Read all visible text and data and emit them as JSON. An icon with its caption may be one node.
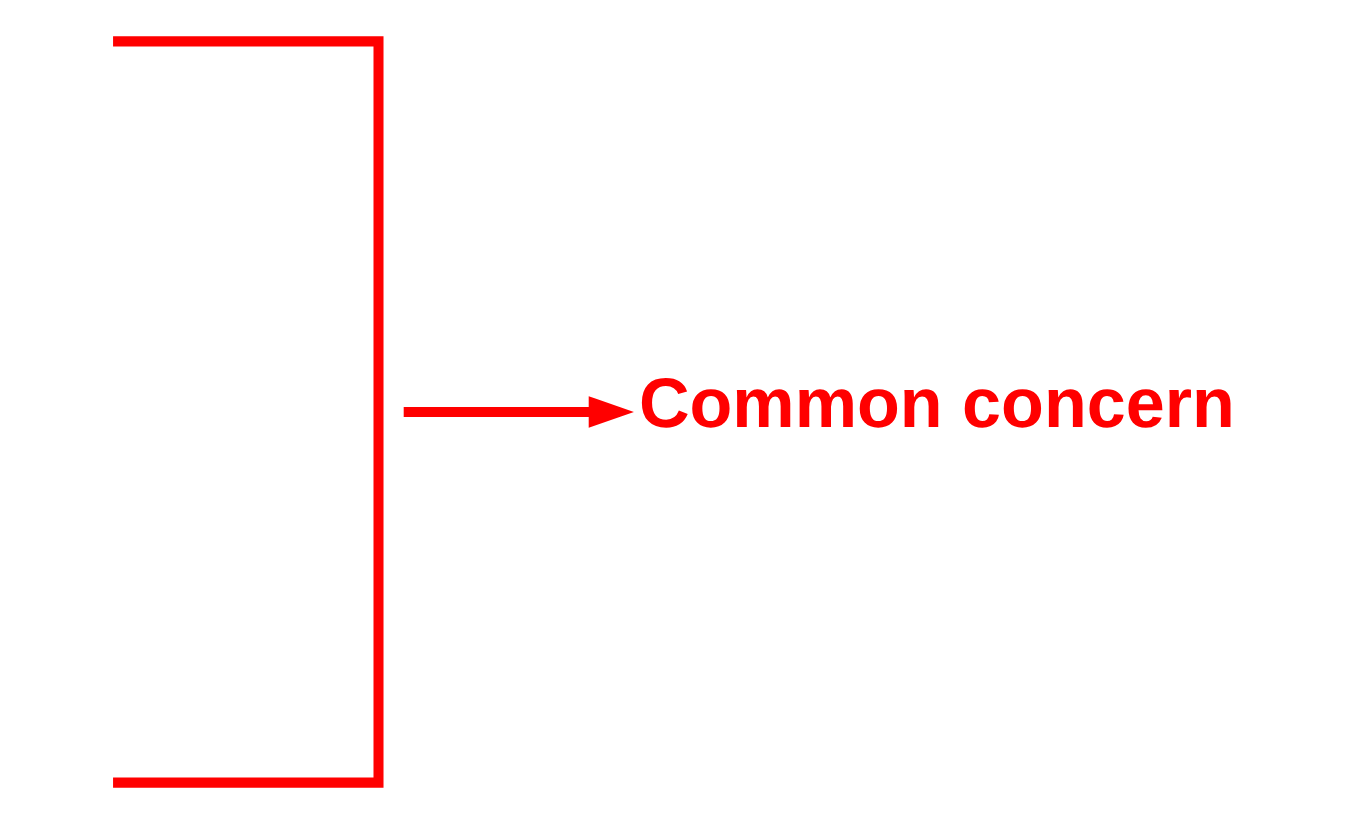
{
  "diagram": {
    "nodes": [
      {
        "text": [],
        "shape": "bracket"
      },
      {
        "text": [
          "Common concern"
        ]
      }
    ],
    "edges": [
      {
        "from": 0,
        "to": 1,
        "arrow": "to"
      }
    ]
  }
}
